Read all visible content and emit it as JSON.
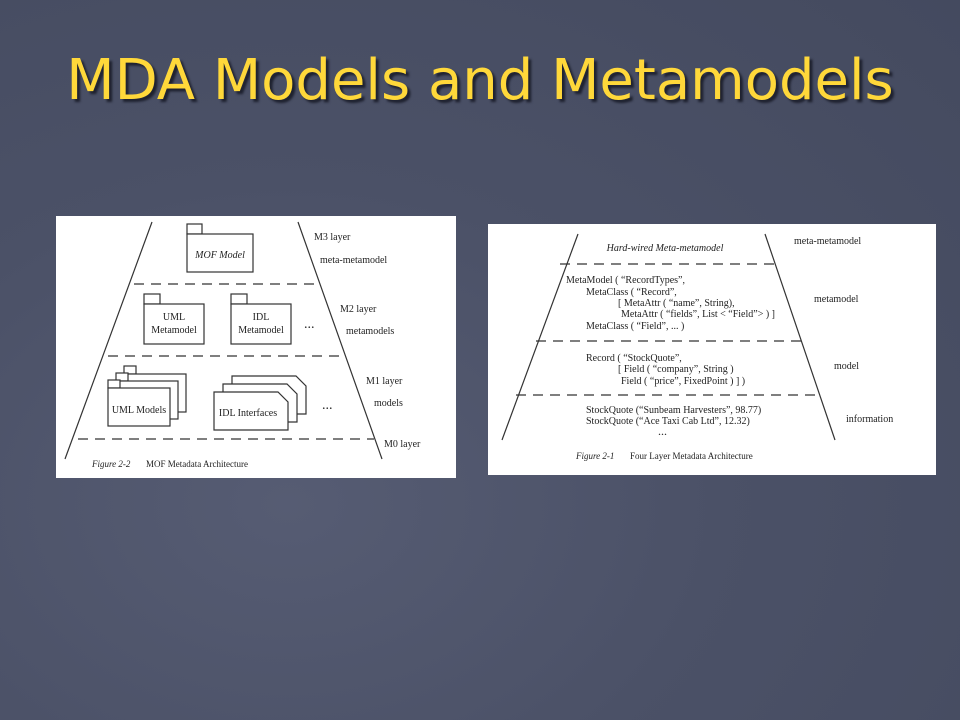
{
  "slide": {
    "title": "MDA Models and Metamodels"
  },
  "figure_left": {
    "caption_label": "Figure 2-2",
    "caption_text": "MOF Metadata Architecture",
    "layers": [
      {
        "layer": "M3 layer",
        "desc": "meta-metamodel"
      },
      {
        "layer": "M2 layer",
        "desc": "metamodels"
      },
      {
        "layer": "M1 layer",
        "desc": "models"
      },
      {
        "layer": "M0 layer",
        "desc": ""
      }
    ],
    "mof_model": "MOF Model",
    "uml_metamodel_1": "UML",
    "uml_metamodel_2": "Metamodel",
    "idl_metamodel_1": "IDL",
    "idl_metamodel_2": "Metamodel",
    "uml_models": "UML Models",
    "idl_interfaces": "IDL Interfaces",
    "ellipsis": "..."
  },
  "figure_right": {
    "caption_label": "Figure 2-1",
    "caption_text": "Four Layer Metadata Architecture",
    "levels": [
      "meta-metamodel",
      "metamodel",
      "model",
      "information"
    ],
    "hardwired": "Hard-wired Meta-metamodel",
    "metamodel_lines": [
      "MetaModel ( “RecordTypes”,",
      "MetaClass ( “Record”,",
      "[ MetaAttr ( “name”, String),",
      "MetaAttr ( “fields”, List < “Field”> ) ]",
      "MetaClass ( “Field”, ... )"
    ],
    "model_lines": [
      "Record ( “StockQuote”,",
      "[ Field ( “company”, String )",
      "Field ( “price”, FixedPoint ) ] )"
    ],
    "info_lines": [
      "StockQuote (“Sunbeam Harvesters”, 98.77)",
      "StockQuote (“Ace Taxi Cab Ltd”, 12.32)"
    ],
    "ellipsis": "..."
  }
}
